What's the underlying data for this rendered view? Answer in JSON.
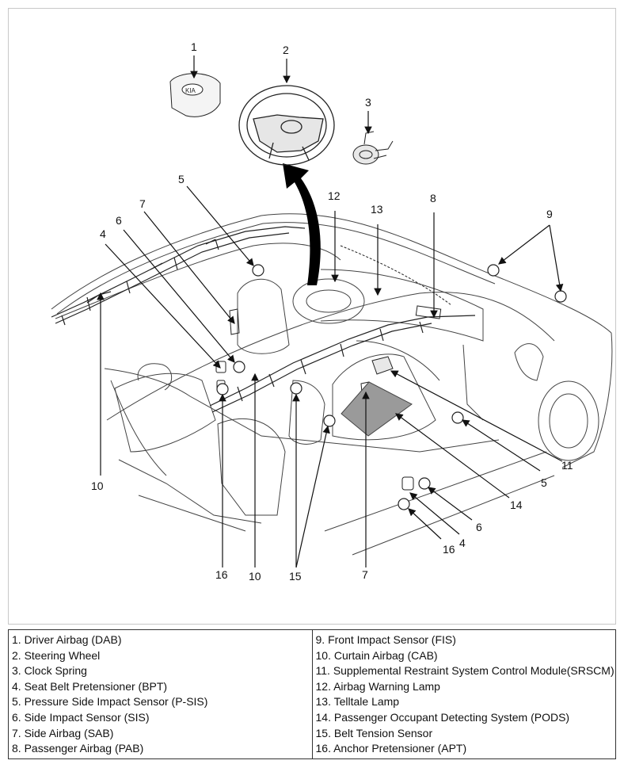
{
  "callouts": {
    "c1": "1",
    "c2": "2",
    "c3": "3",
    "c4a": "4",
    "c4b": "4",
    "c5a": "5",
    "c5b": "5",
    "c6a": "6",
    "c6b": "6",
    "c7a": "7",
    "c7b": "7",
    "c8": "8",
    "c9": "9",
    "c10a": "10",
    "c10b": "10",
    "c11": "11",
    "c12": "12",
    "c13": "13",
    "c14": "14",
    "c15": "15",
    "c16a": "16",
    "c16b": "16"
  },
  "legend": {
    "left": [
      "1. Driver Airbag (DAB)",
      "2. Steering Wheel",
      "3. Clock Spring",
      "4. Seat Belt Pretensioner (BPT)",
      "5. Pressure Side Impact Sensor (P-SIS)",
      "6. Side Impact Sensor (SIS)",
      "7. Side Airbag (SAB)",
      "8. Passenger Airbag (PAB)"
    ],
    "right": [
      "9. Front Impact Sensor (FIS)",
      "10. Curtain Airbag (CAB)",
      "11. Supplemental Restraint System Control Module(SRSCM)",
      "12. Airbag Warning Lamp",
      "13. Telltale Lamp",
      "14. Passenger Occupant Detecting System (PODS)",
      "15. Belt Tension Sensor",
      "16. Anchor Pretensioner (APT)"
    ]
  },
  "colors": {
    "line": "#111111",
    "pods_mat": "#9a9a9a",
    "border": "#333333"
  }
}
